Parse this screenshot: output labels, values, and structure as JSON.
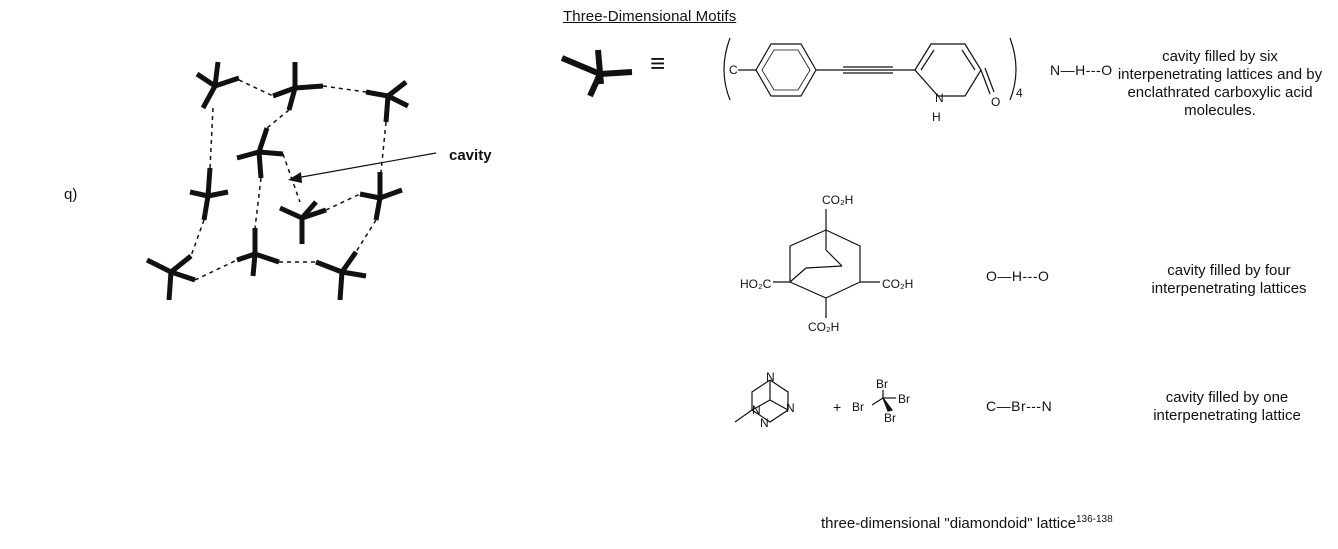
{
  "header": {
    "title": "Three-Dimensional Motifs"
  },
  "figure": {
    "panel_label": "q)",
    "cavity_label": "cavity",
    "symbol": "≡",
    "caption_main": "three-dimensional \"diamondoid\" lattice",
    "caption_ref": "136-138"
  },
  "rows": [
    {
      "bond": "N—H‐‐‐O",
      "description": [
        "cavity filled by six",
        "interpenetrating lattices and by",
        "enclathrated carboxylic acid",
        "molecules."
      ],
      "chem_labels": {
        "carbon": "C",
        "nitrogen": "N",
        "hydrogen": "H",
        "oxygen": "O",
        "subscript": "4"
      }
    },
    {
      "bond": "O—H‐‐‐O",
      "description": [
        "cavity filled by four",
        "interpenetrating lattices"
      ],
      "chem_labels": {
        "top": "CO₂H",
        "left": "HO₂C",
        "right": "CO₂H",
        "bottom": "CO₂H"
      }
    },
    {
      "bond": "C—Br‐‐‐N",
      "description": [
        "cavity filled by one",
        "interpenetrating lattice"
      ],
      "chem_labels": {
        "n": "N",
        "plus": "+",
        "br": "Br"
      }
    }
  ]
}
